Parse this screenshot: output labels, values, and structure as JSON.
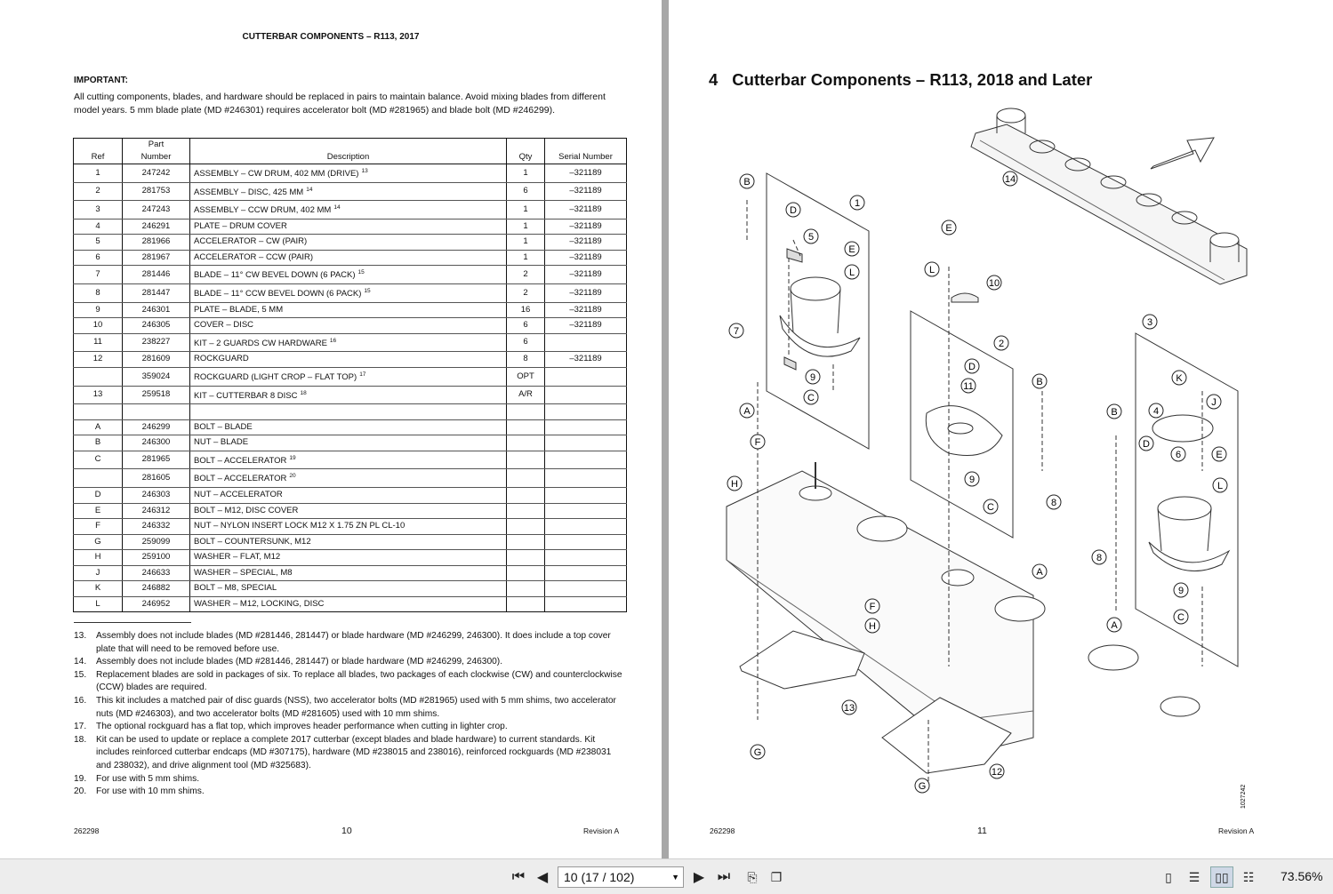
{
  "left_page": {
    "header": "CUTTERBAR COMPONENTS – R113, 2017",
    "important_label": "IMPORTANT:",
    "important_text": "All cutting components, blades, and hardware should be replaced in pairs to maintain balance. Avoid mixing blades from different model years. 5 mm blade plate (MD #246301) requires accelerator bolt (MD #281965) and blade bolt (MD #246299).",
    "table_headers": {
      "ref": "Ref",
      "part": "Part",
      "number": "Number",
      "description": "Description",
      "qty": "Qty",
      "serial": "Serial Number"
    },
    "rows": [
      {
        "ref": "1",
        "part": "247242",
        "desc": "ASSEMBLY – CW DRUM, 402 MM (DRIVE)",
        "sup": "13",
        "qty": "1",
        "serial": "–321189"
      },
      {
        "ref": "2",
        "part": "281753",
        "desc": "ASSEMBLY – DISC, 425 MM",
        "sup": "14",
        "qty": "6",
        "serial": "–321189"
      },
      {
        "ref": "3",
        "part": "247243",
        "desc": "ASSEMBLY – CCW DRUM, 402 MM",
        "sup": "14",
        "qty": "1",
        "serial": "–321189"
      },
      {
        "ref": "4",
        "part": "246291",
        "desc": "PLATE – DRUM COVER",
        "sup": "",
        "qty": "1",
        "serial": "–321189"
      },
      {
        "ref": "5",
        "part": "281966",
        "desc": "ACCELERATOR – CW (PAIR)",
        "sup": "",
        "qty": "1",
        "serial": "–321189"
      },
      {
        "ref": "6",
        "part": "281967",
        "desc": "ACCELERATOR – CCW (PAIR)",
        "sup": "",
        "qty": "1",
        "serial": "–321189"
      },
      {
        "ref": "7",
        "part": "281446",
        "desc": "BLADE – 11° CW BEVEL DOWN (6 PACK)",
        "sup": "15",
        "qty": "2",
        "serial": "–321189"
      },
      {
        "ref": "8",
        "part": "281447",
        "desc": "BLADE – 11° CCW BEVEL DOWN (6 PACK)",
        "sup": "15",
        "qty": "2",
        "serial": "–321189"
      },
      {
        "ref": "9",
        "part": "246301",
        "desc": "PLATE – BLADE, 5 MM",
        "sup": "",
        "qty": "16",
        "serial": "–321189"
      },
      {
        "ref": "10",
        "part": "246305",
        "desc": "COVER – DISC",
        "sup": "",
        "qty": "6",
        "serial": "–321189"
      },
      {
        "ref": "11",
        "part": "238227",
        "desc": "KIT – 2 GUARDS CW HARDWARE",
        "sup": "16",
        "qty": "6",
        "serial": ""
      },
      {
        "ref": "12",
        "part": "281609",
        "desc": "ROCKGUARD",
        "sup": "",
        "qty": "8",
        "serial": "–321189"
      },
      {
        "ref": "",
        "part": "359024",
        "desc": "ROCKGUARD (LIGHT CROP – FLAT TOP)",
        "sup": "17",
        "qty": "OPT",
        "serial": ""
      },
      {
        "ref": "13",
        "part": "259518",
        "desc": "KIT – CUTTERBAR 8 DISC",
        "sup": "18",
        "qty": "A/R",
        "serial": ""
      },
      {
        "ref": "",
        "part": "",
        "desc": "",
        "sup": "",
        "qty": "",
        "serial": ""
      },
      {
        "ref": "A",
        "part": "246299",
        "desc": "BOLT – BLADE",
        "sup": "",
        "qty": "",
        "serial": ""
      },
      {
        "ref": "B",
        "part": "246300",
        "desc": "NUT – BLADE",
        "sup": "",
        "qty": "",
        "serial": ""
      },
      {
        "ref": "C",
        "part": "281965",
        "desc": "BOLT – ACCELERATOR",
        "sup": "19",
        "qty": "",
        "serial": ""
      },
      {
        "ref": "",
        "part": "281605",
        "desc": "BOLT – ACCELERATOR",
        "sup": "20",
        "qty": "",
        "serial": ""
      },
      {
        "ref": "D",
        "part": "246303",
        "desc": "NUT – ACCELERATOR",
        "sup": "",
        "qty": "",
        "serial": ""
      },
      {
        "ref": "E",
        "part": "246312",
        "desc": "BOLT – M12, DISC COVER",
        "sup": "",
        "qty": "",
        "serial": ""
      },
      {
        "ref": "F",
        "part": "246332",
        "desc": "NUT – NYLON INSERT LOCK M12 X 1.75 ZN PL CL-10",
        "sup": "",
        "qty": "",
        "serial": ""
      },
      {
        "ref": "G",
        "part": "259099",
        "desc": "BOLT – COUNTERSUNK, M12",
        "sup": "",
        "qty": "",
        "serial": ""
      },
      {
        "ref": "H",
        "part": "259100",
        "desc": "WASHER – FLAT, M12",
        "sup": "",
        "qty": "",
        "serial": ""
      },
      {
        "ref": "J",
        "part": "246633",
        "desc": "WASHER – SPECIAL, M8",
        "sup": "",
        "qty": "",
        "serial": ""
      },
      {
        "ref": "K",
        "part": "246882",
        "desc": "BOLT – M8, SPECIAL",
        "sup": "",
        "qty": "",
        "serial": ""
      },
      {
        "ref": "L",
        "part": "246952",
        "desc": "WASHER – M12, LOCKING, DISC",
        "sup": "",
        "qty": "",
        "serial": ""
      }
    ],
    "notes": [
      {
        "n": "13.",
        "t": "Assembly does not include blades (MD #281446, 281447) or blade hardware (MD #246299, 246300). It does include a top cover plate that will need to be removed before use."
      },
      {
        "n": "14.",
        "t": "Assembly does not include blades (MD #281446, 281447) or blade hardware (MD #246299, 246300)."
      },
      {
        "n": "15.",
        "t": "Replacement blades are sold in packages of six. To replace all blades, two packages of each clockwise (CW) and counterclockwise (CCW) blades are required."
      },
      {
        "n": "16.",
        "t": "This kit includes a matched pair of disc guards (NSS), two accelerator bolts (MD #281965) used with 5 mm shims, two accelerator nuts (MD #246303), and two accelerator bolts (MD #281605) used with 10 mm shims."
      },
      {
        "n": "17.",
        "t": "The optional rockguard has a flat top, which improves header performance when cutting in lighter crop."
      },
      {
        "n": "18.",
        "t": "Kit can be used to update or replace a complete 2017 cutterbar (except blades and blade hardware) to current standards. Kit includes reinforced cutterbar endcaps (MD #307175), hardware (MD #238015 and 238016), reinforced rockguards (MD #238031 and 238032), and drive alignment tool (MD #325683)."
      },
      {
        "n": "19.",
        "t": "For use with 5 mm shims."
      },
      {
        "n": "20.",
        "t": "For use with 10 mm shims."
      }
    ],
    "footer_doc": "262298",
    "page_number": "10",
    "revision": "Revision  A"
  },
  "right_page": {
    "section_number": "4",
    "title": "Cutterbar Components – R113, 2018 and Later",
    "figure_id": "1027242",
    "footer_doc": "262298",
    "page_number": "11",
    "revision": "Revision  A",
    "callouts": [
      "1",
      "2",
      "3",
      "4",
      "5",
      "6",
      "7",
      "8",
      "9",
      "10",
      "11",
      "12",
      "13",
      "14",
      "A",
      "B",
      "C",
      "D",
      "E",
      "F",
      "G",
      "H",
      "J",
      "K",
      "L"
    ]
  },
  "toolbar": {
    "first_icon": "first-page-icon",
    "prev_icon": "previous-page-icon",
    "page_field": "10 (17 / 102)",
    "next_icon": "next-page-icon",
    "last_icon": "last-page-icon",
    "zoom": "73.56%"
  }
}
